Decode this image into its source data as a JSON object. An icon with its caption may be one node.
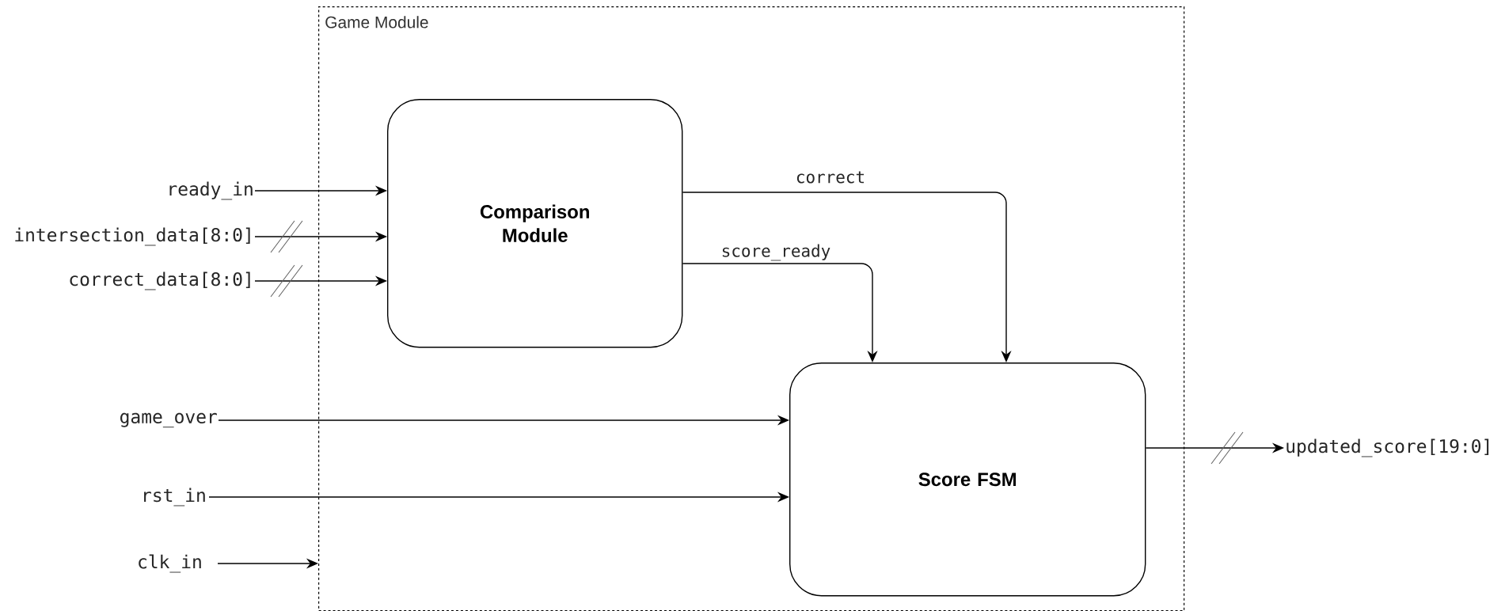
{
  "diagram": {
    "nodes": [
      {
        "text": [
          "Game Module"
        ]
      },
      {
        "text": [
          "Comparison Module"
        ],
        "in": 0
      },
      {
        "text": [
          "Score FSM"
        ],
        "in": 0
      },
      {
        "text": [
          "ready_in"
        ]
      },
      {
        "text": [
          "intersection_data[8:0]"
        ]
      },
      {
        "text": [
          "correct_data[8:0]"
        ]
      },
      {
        "text": [
          "game_over"
        ]
      },
      {
        "text": [
          "rst_in"
        ]
      },
      {
        "text": [
          "clk_in"
        ]
      },
      {
        "text": [
          "updated_score[19:0]"
        ]
      }
    ],
    "edges": [
      {
        "from": 3,
        "to": 1,
        "arrow": "to"
      },
      {
        "from": 4,
        "to": 1,
        "arrow": "to"
      },
      {
        "from": 5,
        "to": 1,
        "arrow": "to"
      },
      {
        "from": 1,
        "to": 2,
        "arrow": "to",
        "label": "correct"
      },
      {
        "from": 1,
        "to": 2,
        "arrow": "to",
        "label": "score_ready"
      },
      {
        "from": 6,
        "to": 2,
        "arrow": "to"
      },
      {
        "from": 7,
        "to": 2,
        "arrow": "to"
      },
      {
        "from": 8,
        "to": 0,
        "arrow": "to"
      },
      {
        "from": 2,
        "to": 9,
        "arrow": "to"
      }
    ]
  }
}
